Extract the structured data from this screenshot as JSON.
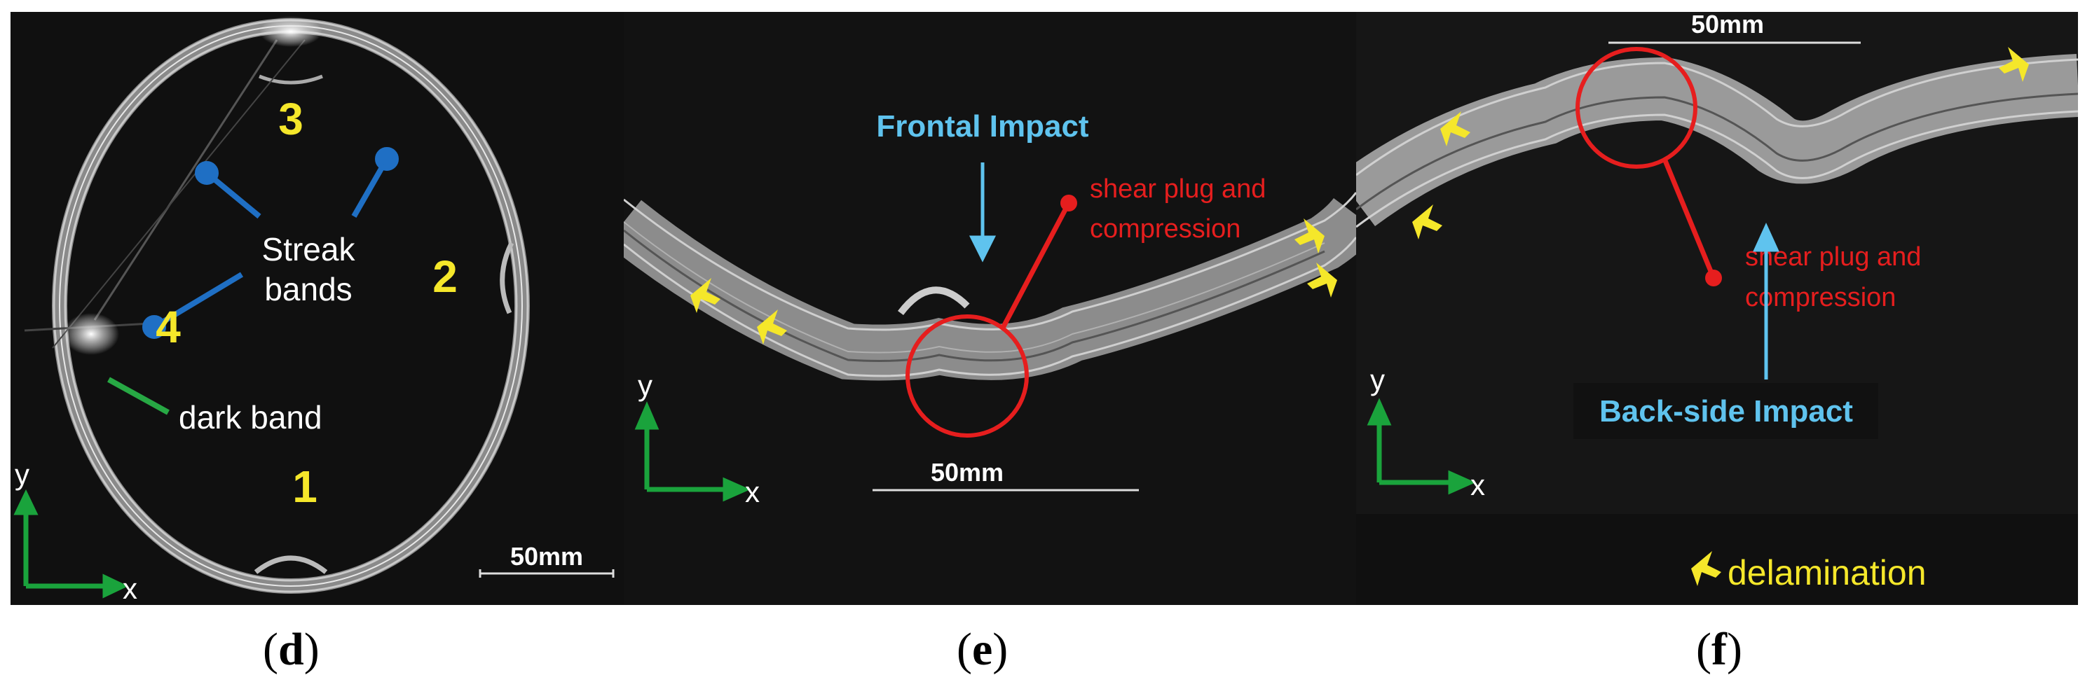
{
  "panels": [
    {
      "id": "d",
      "caption": "d",
      "region_numbers": [
        "1",
        "2",
        "3",
        "4"
      ],
      "label_streak_line1": "Streak",
      "label_streak_line2": "bands",
      "label_dark_band": "dark band",
      "scale_bar": "50mm",
      "axis_y": "y",
      "axis_x": "x"
    },
    {
      "id": "e",
      "caption": "e",
      "impact_label": "Frontal Impact",
      "shear_line1": "shear plug and",
      "shear_line2": "compression",
      "scale_bar": "50mm",
      "axis_y": "y",
      "axis_x": "x"
    },
    {
      "id": "f",
      "caption": "f",
      "impact_label": "Back-side Impact",
      "shear_line1": "shear plug and",
      "shear_line2": "compression",
      "scale_bar": "50mm",
      "axis_y": "y",
      "axis_x": "x",
      "legend_delamination": "delamination"
    }
  ],
  "colors": {
    "region_number": "#f5e72a",
    "streak_marker": "#1f6fc4",
    "dark_band_marker": "#27a844",
    "axis": "#1aa33c",
    "impact_arrow": "#5fc3ee",
    "shear_marker": "#e61e1e",
    "delamination_arrow": "#f5e72a"
  }
}
